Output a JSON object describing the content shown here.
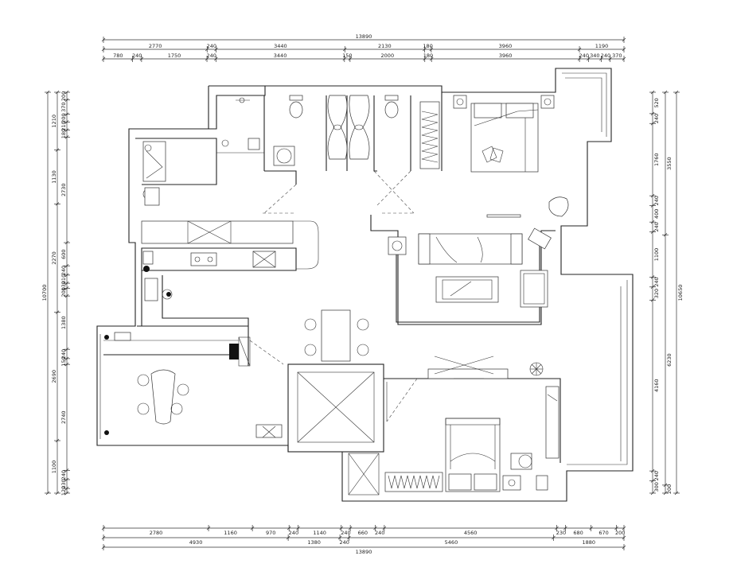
{
  "top_dimensions": {
    "overall": "13890",
    "row1": [
      "2770",
      "240",
      "3440",
      "2130",
      "180",
      "3960",
      "1190"
    ],
    "row2": [
      "780",
      "240",
      "1750",
      "240",
      "3440",
      "150",
      "2000",
      "180",
      "3960",
      "240",
      "340",
      "240",
      "370"
    ]
  },
  "bottom_dimensions": {
    "row1": [
      "2780",
      "1160",
      "970",
      "240",
      "1140",
      "240",
      "660",
      "240",
      "4560",
      "230",
      "680",
      "670",
      "200"
    ],
    "row2": [
      "4930",
      "1380",
      "240",
      "5460",
      "1880"
    ],
    "overall": "13890"
  },
  "left_dimensions": {
    "overall": "10700",
    "outer": [
      "1210",
      "1130",
      "2270",
      "2690",
      "1100"
    ],
    "inner": [
      "200",
      "370",
      "200",
      "210",
      "180",
      "2730",
      "600",
      "240",
      "210",
      "130",
      "200",
      "1380",
      "240",
      "150",
      "2740",
      "240",
      "230",
      "120"
    ]
  },
  "right_dimensions": {
    "overall": "10650",
    "outer": [
      "3550",
      "6230",
      "200"
    ],
    "inner": [
      "520",
      "240",
      "1760",
      "240",
      "400",
      "240",
      "1100",
      "240",
      "320",
      "4160",
      "240",
      "300"
    ]
  }
}
